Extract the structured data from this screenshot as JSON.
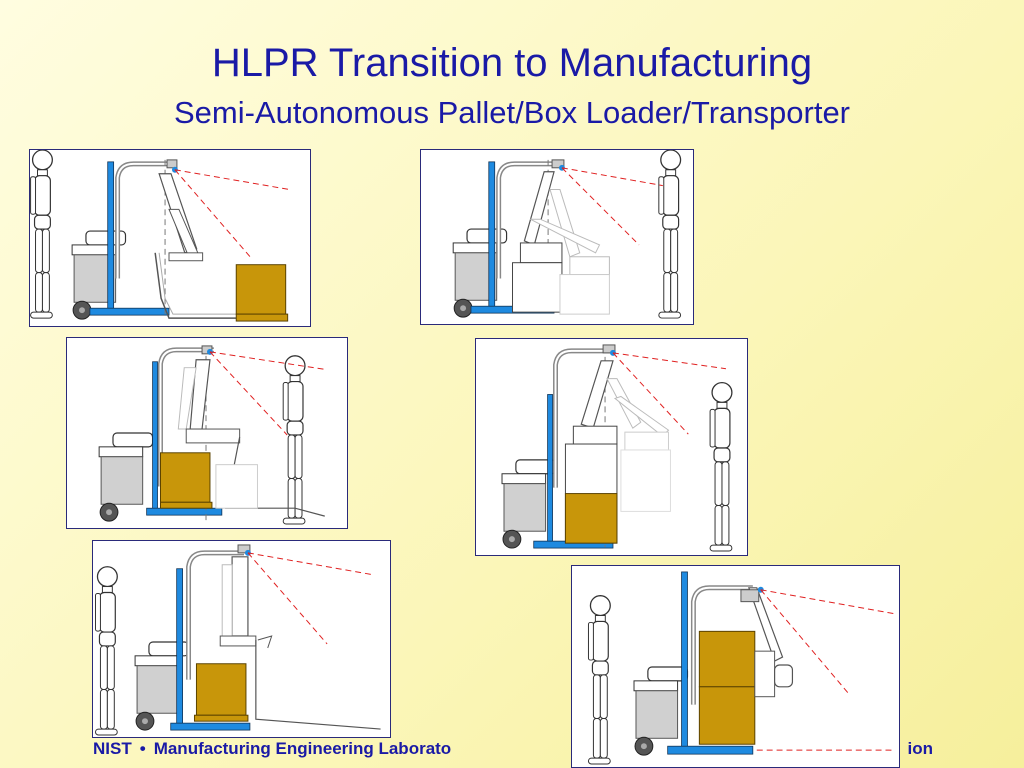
{
  "slide": {
    "title": "HLPR Transition to Manufacturing",
    "subtitle": "Semi-Autonomous Pallet/Box Loader/Transporter",
    "footer": {
      "org": "NIST",
      "separator": "•",
      "lab": "Manufacturing Engineering Laborato",
      "trailing": "ion"
    },
    "colors": {
      "title_text": "#1a1aa6",
      "mast_blue": "#1e8ae0",
      "box_gold": "#c8960a",
      "laser_red": "#e02020"
    }
  },
  "panels": [
    {
      "name": "stage-1-approach",
      "caption": ""
    },
    {
      "name": "stage-2-lift-pallet",
      "caption": ""
    },
    {
      "name": "stage-3-pick-box",
      "caption": ""
    },
    {
      "name": "stage-4-raise-box",
      "caption": ""
    },
    {
      "name": "stage-5-carry-box",
      "caption": ""
    },
    {
      "name": "stage-6-stacked-load",
      "caption": ""
    }
  ]
}
